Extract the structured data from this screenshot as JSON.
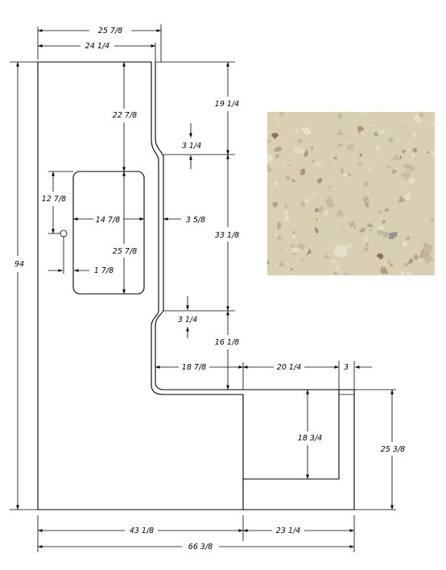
{
  "drawing": {
    "dimensions": {
      "top_overall": "25 7/8",
      "top_inner": "24 1/4",
      "right_upper": "19 1/4",
      "step_upper": "3 1/4",
      "right_middle": "33 1/8",
      "step_lower": "3 1/4",
      "right_lower": "16 1/8",
      "sink_top": "22 7/8",
      "sink_left": "12 7/8",
      "sink_width": "14 7/8",
      "sink_height": "25 7/8",
      "faucet_offset": "1 7/8",
      "wall_gap": "3 5/8",
      "left_height": "94",
      "notch_depth": "18 7/8",
      "return_width": "20 1/4",
      "return_end": "3",
      "return_inner_depth": "18 3/4",
      "return_height": "25 3/8",
      "bottom_left": "43 1/8",
      "bottom_right": "23 1/4",
      "bottom_overall": "66 3/8"
    },
    "swatch": {
      "material": "speckled-quartz-stone",
      "base_color": "#d9cfb3",
      "chip_colors": [
        "#bfb39a",
        "#a9906f",
        "#e8e1cf",
        "#6b4a34",
        "#8d8c8a"
      ]
    }
  }
}
